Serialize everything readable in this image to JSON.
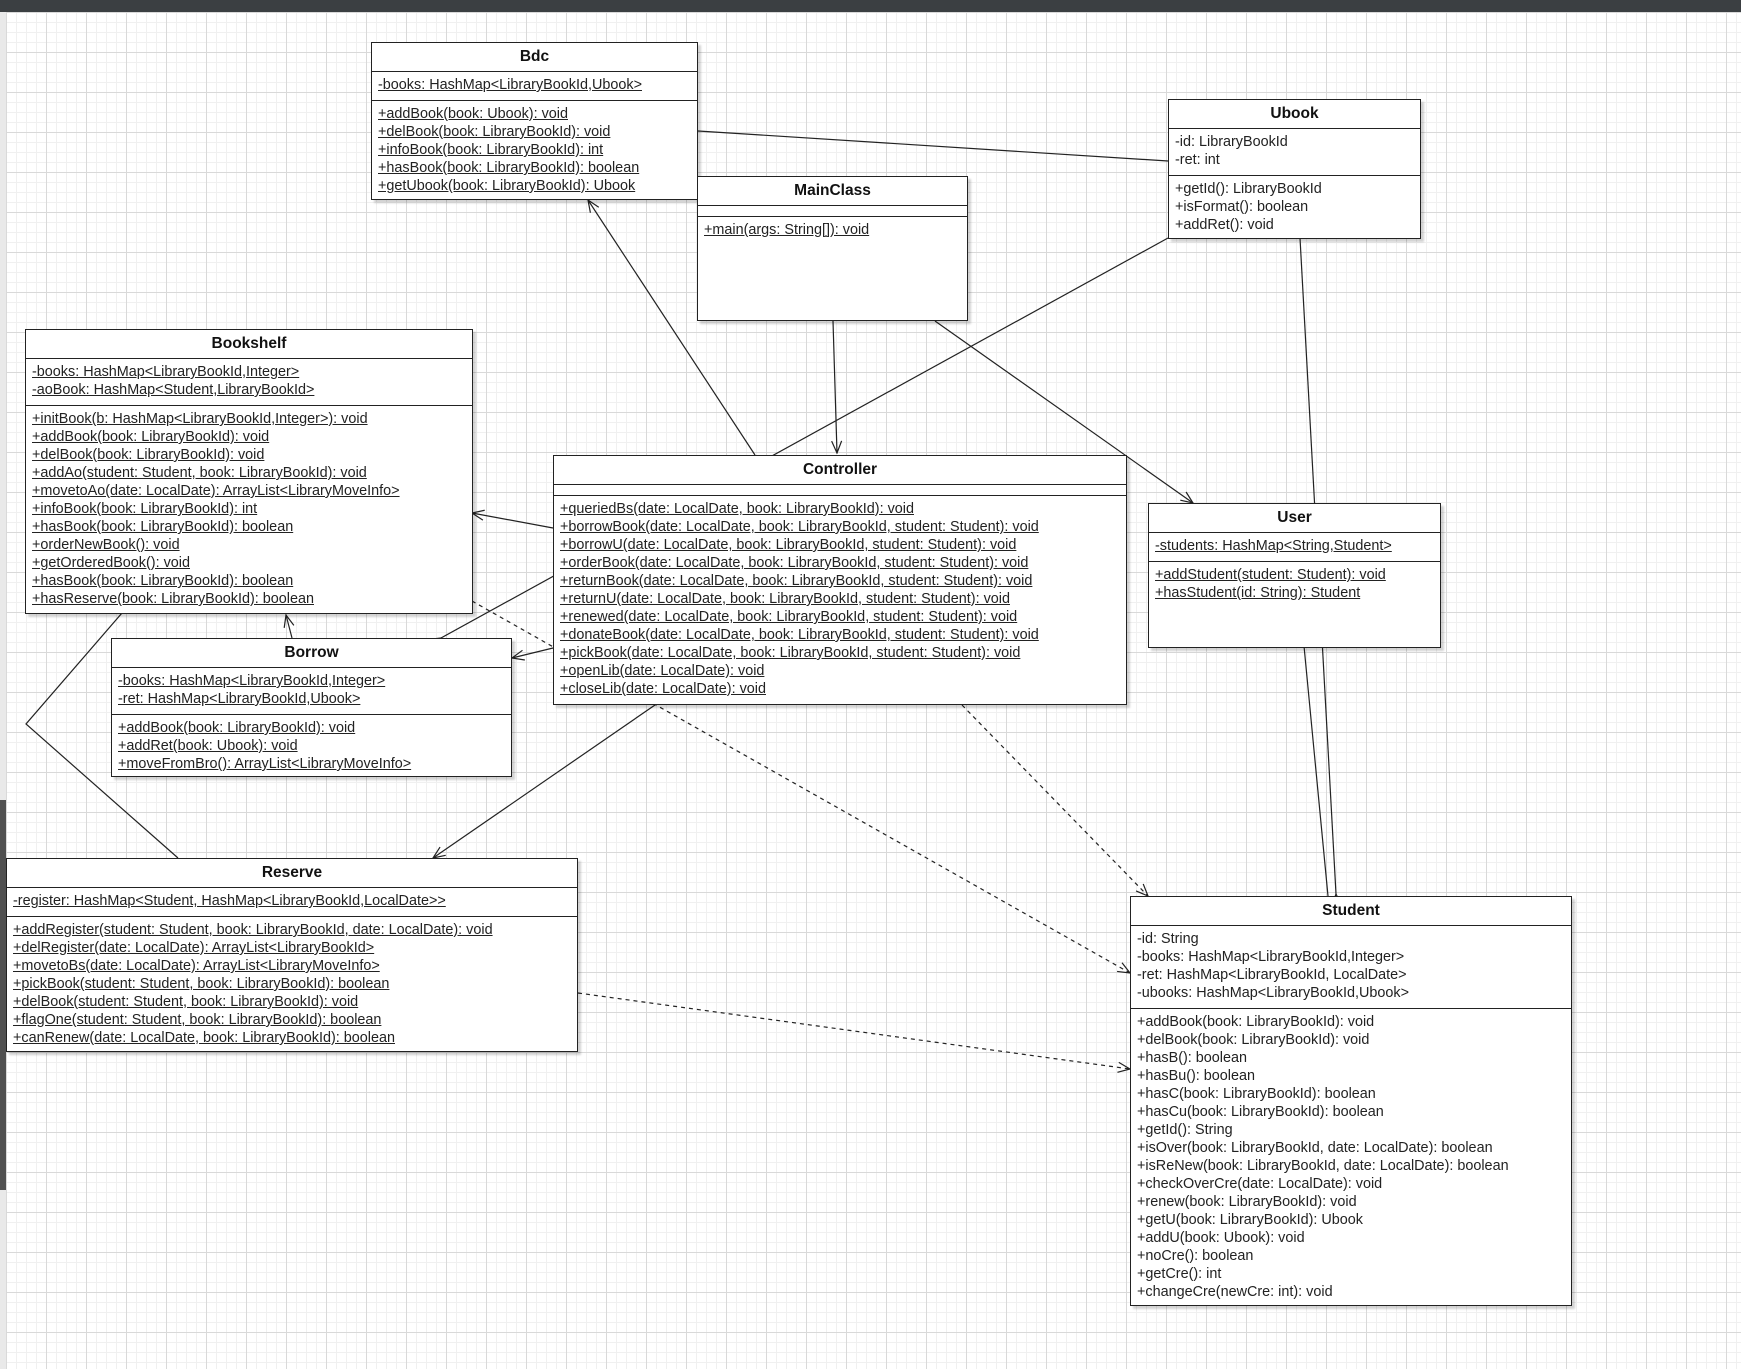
{
  "classes": {
    "bdc": {
      "name": "Bdc",
      "attributes": [
        "-books: HashMap<LibraryBookId,Ubook>"
      ],
      "methods": [
        "+addBook(book: Ubook): void",
        "+delBook(book: LibraryBookId): void",
        "+infoBook(book: LibraryBookId): int",
        "+hasBook(book: LibraryBookId): boolean",
        "+getUbook(book: LibraryBookId): Ubook"
      ]
    },
    "ubook": {
      "name": "Ubook",
      "attributes": [
        "-id: LibraryBookId",
        "-ret: int"
      ],
      "methods": [
        "+getId(): LibraryBookId",
        "+isFormat(): boolean",
        "+addRet(): void"
      ]
    },
    "mainclass": {
      "name": "MainClass",
      "attributes": [],
      "methods": [
        "+main(args: String[]): void"
      ]
    },
    "bookshelf": {
      "name": "Bookshelf",
      "attributes": [
        "-books: HashMap<LibraryBookId,Integer>",
        "-aoBook: HashMap<Student,LibraryBookId>"
      ],
      "methods": [
        "+initBook(b: HashMap<LibraryBookId,Integer>): void",
        "+addBook(book: LibraryBookId): void",
        "+delBook(book: LibraryBookId): void",
        "+addAo(student: Student, book: LibraryBookId): void",
        "+movetoAo(date: LocalDate): ArrayList<LibraryMoveInfo>",
        "+infoBook(book: LibraryBookId): int",
        "+hasBook(book: LibraryBookId): boolean",
        "+orderNewBook(): void",
        "+getOrderedBook(): void",
        "+hasBook(book: LibraryBookId): boolean",
        "+hasReserve(book: LibraryBookId): boolean"
      ]
    },
    "controller": {
      "name": "Controller",
      "attributes": [],
      "methods": [
        "+queriedBs(date: LocalDate, book: LibraryBookId): void",
        "+borrowBook(date: LocalDate, book: LibraryBookId, student: Student): void",
        "+borrowU(date: LocalDate, book: LibraryBookId, student: Student): void",
        "+orderBook(date: LocalDate, book: LibraryBookId, student: Student): void",
        "+returnBook(date: LocalDate, book: LibraryBookId, student: Student): void",
        "+returnU(date: LocalDate, book: LibraryBookId, student: Student): void",
        "+renewed(date: LocalDate, book: LibraryBookId, student: Student): void",
        "+donateBook(date: LocalDate, book: LibraryBookId, student: Student): void",
        "+pickBook(date: LocalDate, book: LibraryBookId, student: Student): void",
        "+openLib(date: LocalDate): void",
        "+closeLib(date: LocalDate): void"
      ]
    },
    "user": {
      "name": "User",
      "attributes": [
        "-students: HashMap<String,Student>"
      ],
      "methods": [
        "+addStudent(student: Student): void",
        "+hasStudent(id: String): Student"
      ]
    },
    "borrow": {
      "name": "Borrow",
      "attributes": [
        "-books: HashMap<LibraryBookId,Integer>",
        "-ret: HashMap<LibraryBookId,Ubook>"
      ],
      "methods": [
        "+addBook(book: LibraryBookId): void",
        "+addRet(book: Ubook): void",
        "+moveFromBro(): ArrayList<LibraryMoveInfo>"
      ]
    },
    "reserve": {
      "name": "Reserve",
      "attributes": [
        "-register: HashMap<Student, HashMap<LibraryBookId,LocalDate>>"
      ],
      "methods": [
        "+addRegister(student: Student, book: LibraryBookId, date: LocalDate): void",
        "+delRegister(date: LocalDate): ArrayList<LibraryBookId>",
        "+movetoBs(date: LocalDate): ArrayList<LibraryMoveInfo>",
        "+pickBook(student: Student, book: LibraryBookId): boolean",
        "+delBook(student: Student, book: LibraryBookId): void",
        "+flagOne(student: Student, book: LibraryBookId): boolean",
        "+canRenew(date: LocalDate, book: LibraryBookId): boolean"
      ]
    },
    "student": {
      "name": "Student",
      "attributes": [
        "-id: String",
        "-books: HashMap<LibraryBookId,Integer>",
        "-ret: HashMap<LibraryBookId, LocalDate>",
        "-ubooks: HashMap<LibraryBookId,Ubook>"
      ],
      "methods": [
        "+addBook(book: LibraryBookId): void",
        "+delBook(book: LibraryBookId): void",
        "+hasB(): boolean",
        "+hasBu(): boolean",
        "+hasC(book: LibraryBookId): boolean",
        "+hasCu(book: LibraryBookId): boolean",
        "+getId(): String",
        "+isOver(book: LibraryBookId, date: LocalDate): boolean",
        "+isReNew(book: LibraryBookId, date: LocalDate): boolean",
        "+checkOverCre(date: LocalDate): void",
        "+renew(book: LibraryBookId): void",
        "+getU(book: LibraryBookId): Ubook",
        "+addU(book: Ubook): void",
        "+noCre(): boolean",
        "+getCre(): int",
        "+changeCre(newCre: int): void"
      ]
    }
  }
}
